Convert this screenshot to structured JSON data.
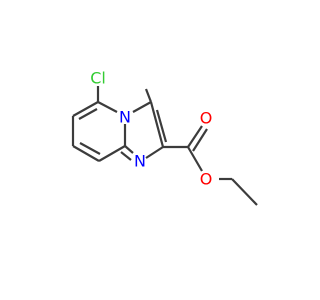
{
  "molecule": {
    "atoms": {
      "cl": {
        "symbol": "Cl",
        "color": "#33cc33"
      },
      "n_bridge": {
        "symbol": "N",
        "color": "#0000ff"
      },
      "n_ring": {
        "symbol": "N",
        "color": "#0000ff"
      },
      "o_carbonyl": {
        "symbol": "O",
        "color": "#ff0000"
      },
      "o_ester": {
        "symbol": "O",
        "color": "#ff0000"
      }
    },
    "bond_color": "#3c3c3c",
    "background": "#ffffff"
  }
}
